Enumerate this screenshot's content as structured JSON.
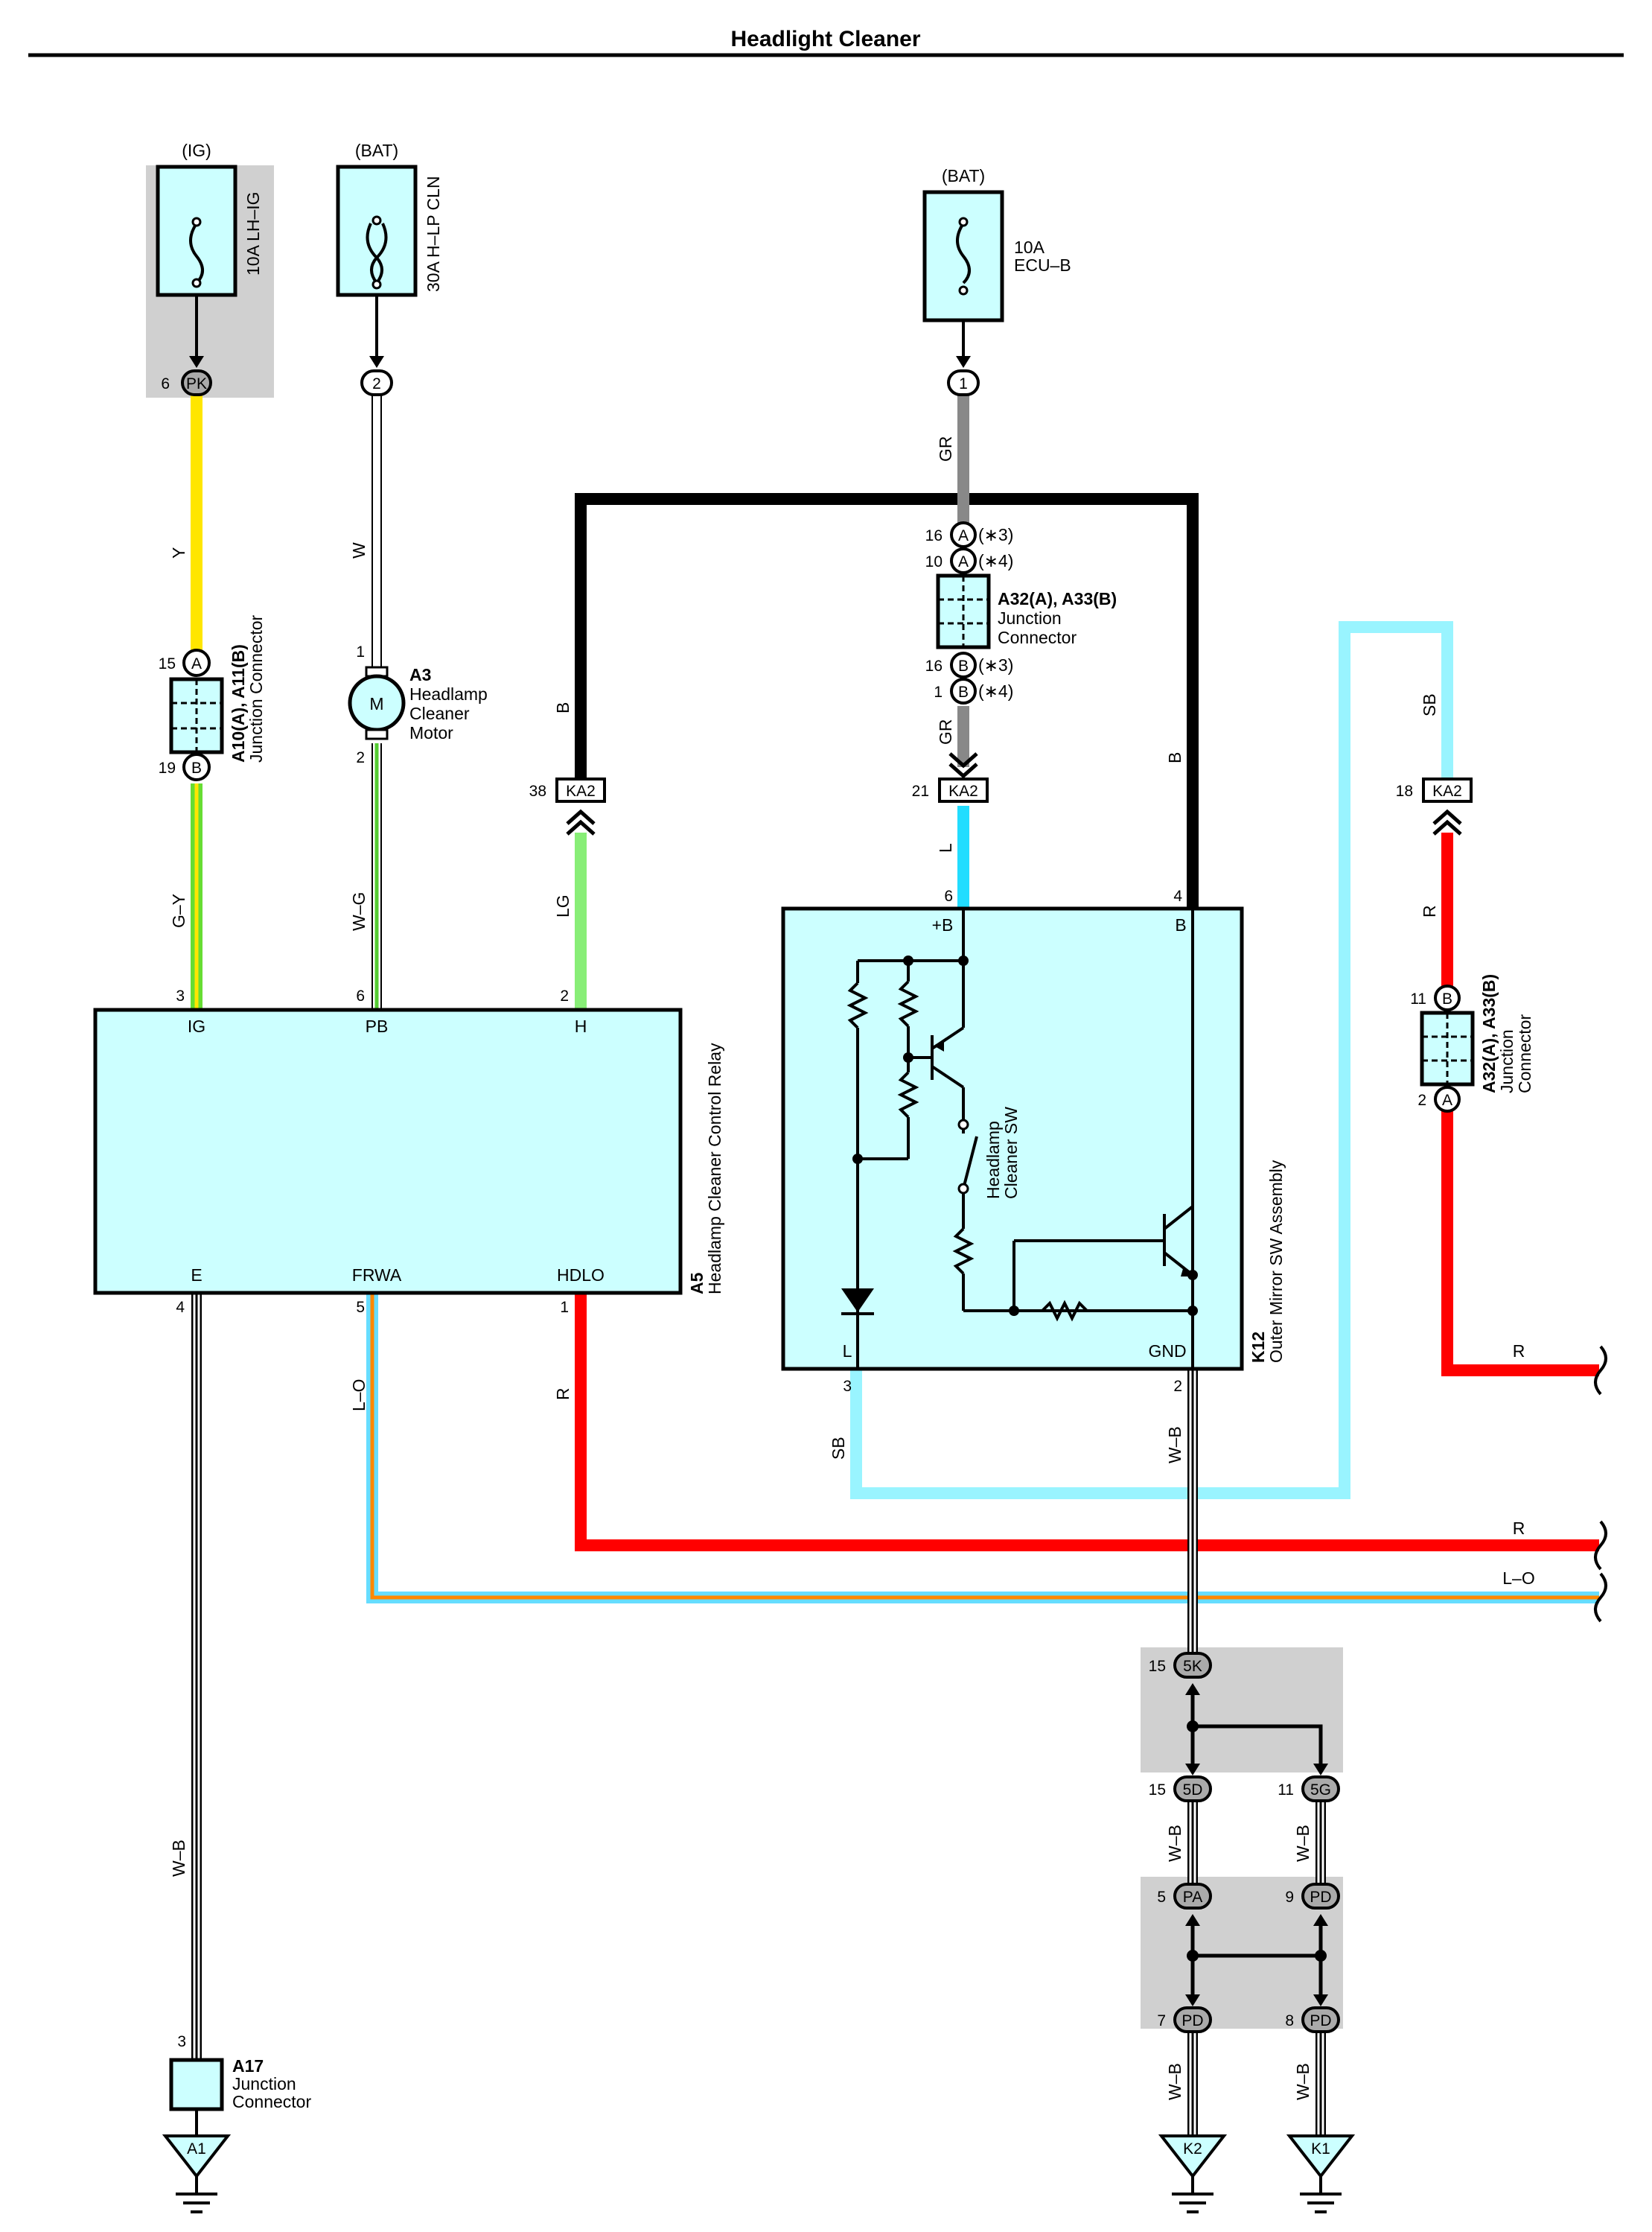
{
  "title": "Headlight Cleaner",
  "colors": {
    "Y": "#ffe600",
    "GY": "#66dd33",
    "W": "#ffffff",
    "WG": "#77dd44",
    "LG": "#88ee77",
    "B": "#000000",
    "GR": "#888888",
    "L": "#22ddff",
    "SB": "#99f4ff",
    "R": "#ff0000",
    "LO_light": "#66ddff",
    "LO_orange": "#ff8800",
    "WB": "#ffffff",
    "component_fill": "#ccffff",
    "shade": "#d0d0d0"
  },
  "fuses": {
    "ig_source": "(IG)",
    "ig_fuse": "10A LH–IG",
    "bat1_source": "(BAT)",
    "bat1_fuse": "30A H–LP CLN",
    "bat2_source": "(BAT)",
    "bat2_amp": "10A",
    "bat2_name": "ECU–B"
  },
  "connectors": {
    "pk_pin": "6",
    "pk_code": "PK",
    "c2_code": "2",
    "c1_code": "1",
    "ka2_code": "KA2",
    "ka2_pin_left": "38",
    "ka2_pin_mid": "21",
    "ka2_pin_right": "18",
    "jc_left_a_pin": "15",
    "jc_left_a": "A",
    "jc_left_b_pin": "19",
    "jc_left_b": "B",
    "jc_left_name": "A10(A), A11(B)",
    "jc_left_desc": "Junction Connector",
    "jc_mid_a1_pin": "16",
    "jc_mid_a1": "A",
    "jc_mid_a1_note": "(∗3)",
    "jc_mid_a2_pin": "10",
    "jc_mid_a2": "A",
    "jc_mid_a2_note": "(∗4)",
    "jc_mid_b1_pin": "16",
    "jc_mid_b1": "B",
    "jc_mid_b1_note": "(∗3)",
    "jc_mid_b2_pin": "1",
    "jc_mid_b2": "B",
    "jc_mid_b2_note": "(∗4)",
    "jc_mid_name": "A32(A), A33(B)",
    "jc_mid_desc1": "Junction",
    "jc_mid_desc2": "Connector",
    "jc_right_b_pin": "11",
    "jc_right_b": "B",
    "jc_right_a_pin": "2",
    "jc_right_a": "A",
    "jc_right_name": "A32(A), A33(B)",
    "jc_right_desc1": "Junction",
    "jc_right_desc2": "Connector"
  },
  "motor": {
    "code": "A3",
    "desc1": "Headlamp",
    "desc2": "Cleaner",
    "desc3": "Motor",
    "symbol": "M",
    "pin_top": "1",
    "pin_bottom": "2"
  },
  "relay": {
    "code": "A5",
    "name": "Headlamp Cleaner Control Relay",
    "pin_ig": "IG",
    "pin_pb": "PB",
    "pin_h": "H",
    "pin_e": "E",
    "pin_frwa": "FRWA",
    "pin_hdlo": "HDLO",
    "num_ig": "3",
    "num_pb": "6",
    "num_h": "2",
    "num_e": "4",
    "num_frwa": "5",
    "num_hdlo": "1"
  },
  "mirror_sw": {
    "code": "K12",
    "name": "Outer Mirror SW Assembly",
    "pin_b_plus": "+B",
    "pin_b": "B",
    "pin_l": "L",
    "pin_gnd": "GND",
    "num_b_plus": "6",
    "num_b": "4",
    "num_l": "3",
    "num_gnd": "2",
    "switch_label1": "Headlamp",
    "switch_label2": "Cleaner SW"
  },
  "wire_labels": {
    "y": "Y",
    "gy": "G–Y",
    "w": "W",
    "wg": "W–G",
    "b_left": "B",
    "lg": "LG",
    "gr_top": "GR",
    "gr_mid": "GR",
    "l": "L",
    "b_right": "B",
    "sb_top": "SB",
    "r_right": "R",
    "r_exit_top": "R",
    "wb_left": "W–B",
    "lo": "L–O",
    "r_hdlo": "R",
    "sb_bottom": "SB",
    "wb_mid": "W–B",
    "r_exit_mid": "R",
    "lo_exit": "L–O",
    "wb_5d": "W–B",
    "wb_5g": "W–B",
    "wb_k2": "W–B",
    "wb_k1": "W–B"
  },
  "jb": {
    "c5k_pin": "15",
    "c5k": "5K",
    "c5d_pin": "15",
    "c5d": "5D",
    "c5g_pin": "11",
    "c5g": "5G",
    "cpa_pin": "5",
    "cpa": "PA",
    "cpd1_pin": "9",
    "cpd1": "PD",
    "cpd2_pin": "7",
    "cpd2": "PD",
    "cpd3_pin": "8",
    "cpd3": "PD"
  },
  "ground": {
    "a17_pin": "3",
    "a17_code": "A17",
    "a17_desc1": "Junction",
    "a17_desc2": "Connector",
    "g_a1": "A1",
    "g_k2": "K2",
    "g_k1": "K1"
  }
}
